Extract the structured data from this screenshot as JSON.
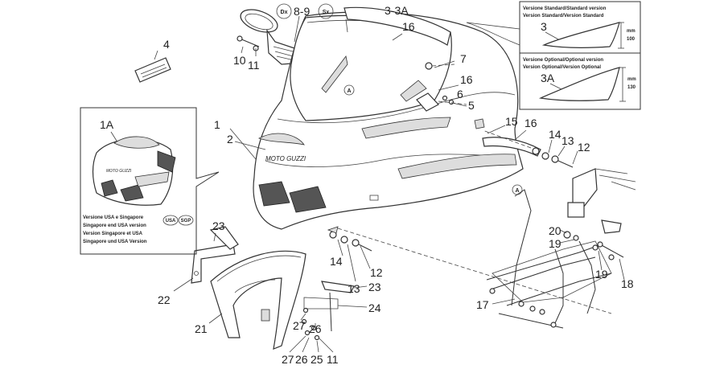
{
  "callouts": {
    "c4": "4",
    "dx": "Dx",
    "c8_9": "8-9",
    "sx": "Sx",
    "c3_3a": "3-3A",
    "c16a": "16",
    "c10": "10",
    "c11a": "11",
    "c7": "7",
    "c16b": "16",
    "c6": "6",
    "c5": "5",
    "c1": "1",
    "c2": "2",
    "c15": "15",
    "c16c": "16",
    "c14a": "14",
    "c13a": "13",
    "c12a": "12",
    "c1a": "1A",
    "c23a": "23",
    "c22": "22",
    "c21": "21",
    "c14b": "14",
    "c12b": "12",
    "c13b": "13",
    "c23b": "23",
    "c24": "24",
    "c27a": "27",
    "c26a": "26",
    "c27b": "27",
    "c26b": "26",
    "c25": "25",
    "c11b": "11",
    "c20": "20",
    "c19a": "19",
    "c19b": "19",
    "c18": "18",
    "c17": "17",
    "circle_a1": "A",
    "circle_a2": "A"
  },
  "usa_inset": {
    "label": "1A",
    "lines": [
      "Versione USA e Singapore",
      "Singapore end USA version",
      "Version Singapore et USA",
      "Singapore und USA Version"
    ],
    "badge_usa": "USA",
    "badge_sgp": "SGP"
  },
  "version_inset": {
    "standard": {
      "lines": [
        "Versione Standard/Standard version",
        "Version Standard/Version Standard"
      ],
      "part": "3",
      "unit": "mm",
      "value": "100"
    },
    "optional": {
      "lines": [
        "Versione Optional/Optional version",
        "Version Optional/Version Optional"
      ],
      "part": "3A",
      "unit": "mm",
      "value": "130"
    }
  }
}
